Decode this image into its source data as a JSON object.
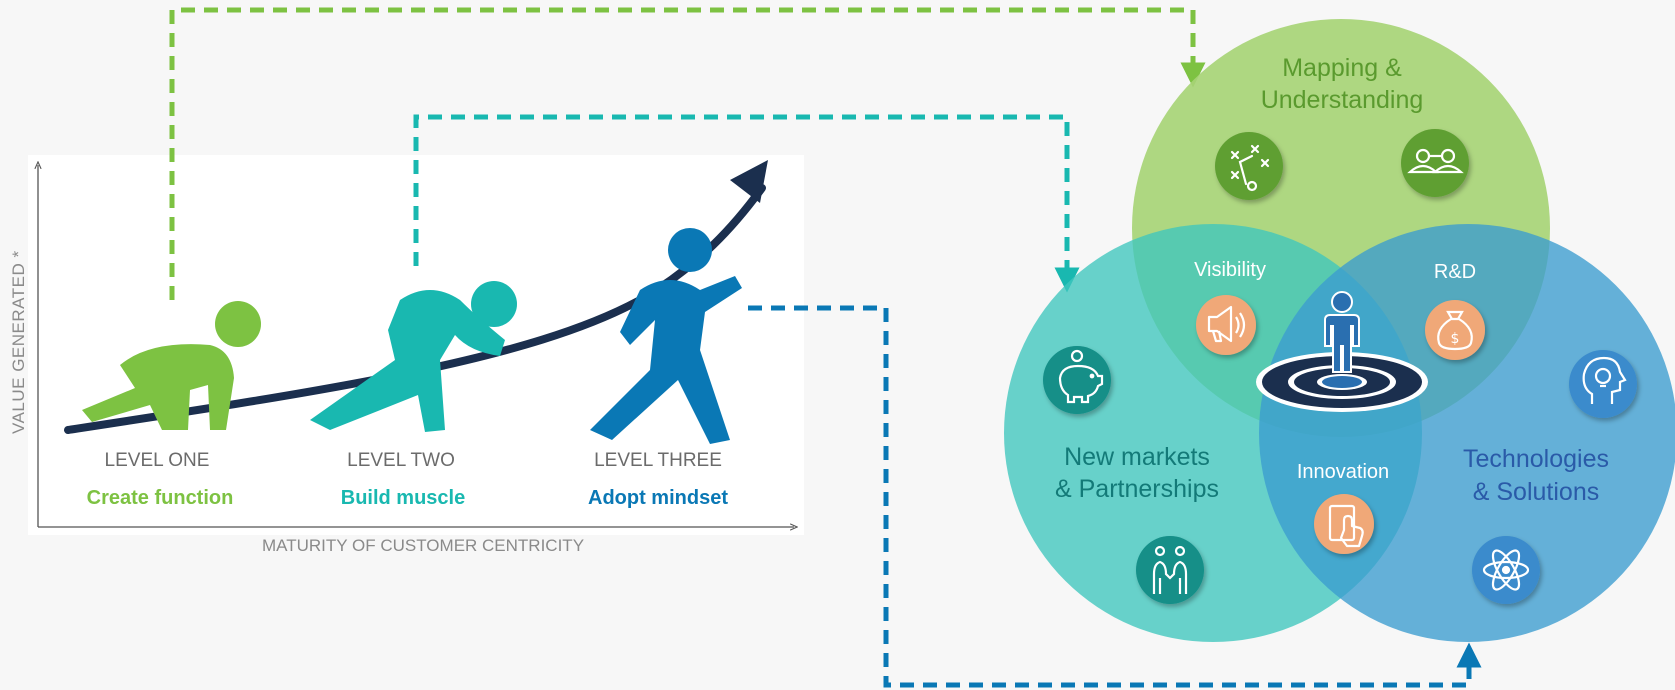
{
  "growth_chart": {
    "y_axis_label": "VALUE GENERATED *",
    "x_axis_label": "MATURITY OF CUSTOMER CENTRICITY",
    "levels": [
      {
        "level": "LEVEL ONE",
        "caption": "Create function",
        "color": "#7dc242"
      },
      {
        "level": "LEVEL TWO",
        "caption": "Build muscle",
        "color": "#19b8b0"
      },
      {
        "level": "LEVEL THREE",
        "caption": "Adopt mindset",
        "color": "#0a78b5"
      }
    ],
    "curve_color": "#1b2f4e"
  },
  "venn": {
    "circles": [
      {
        "label_lines": [
          "Mapping &",
          "Understanding"
        ],
        "color": "#a7d476",
        "text_color": "#5a9a2e"
      },
      {
        "label_lines": [
          "New markets",
          "& Partnerships"
        ],
        "color": "#53cdc6",
        "text_color": "#137a78"
      },
      {
        "label_lines": [
          "Technologies",
          "& Solutions"
        ],
        "color": "#4ba5d4",
        "text_color": "#2a5aa8"
      }
    ],
    "overlaps": {
      "visibility": "Visibility",
      "rd": "R&D",
      "innovation": "Innovation"
    },
    "icons": {
      "strategy": "strategy-play-icon",
      "people_link": "people-connection-icon",
      "megaphone": "megaphone-icon",
      "money_bag": "money-bag-icon",
      "piggy_bank": "piggy-bank-icon",
      "handshake": "handshake-icon",
      "tablet": "tablet-touch-icon",
      "lightbulb_head": "lightbulb-head-icon",
      "atom": "atom-icon",
      "center_person": "person-on-target-icon"
    }
  },
  "connectors": {
    "green": "#7dc242",
    "teal": "#19b8b0",
    "blue": "#0a78b5"
  }
}
